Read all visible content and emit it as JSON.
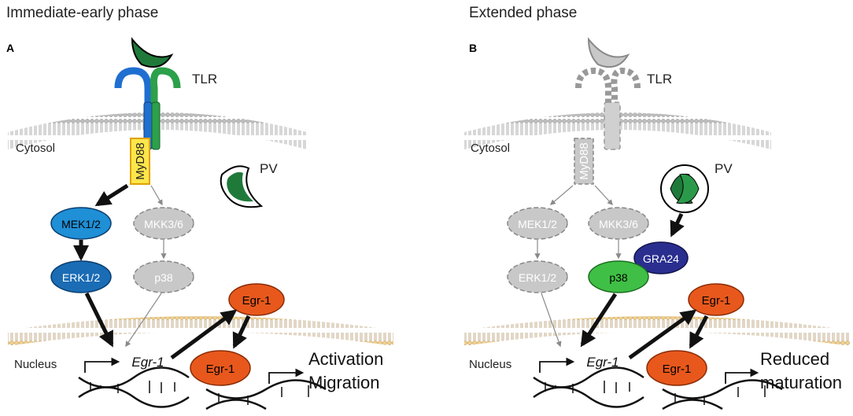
{
  "panel_a": {
    "phase_title": "Immediate-early phase",
    "letter": "A",
    "receptor": "TLR",
    "compartment_cytosol": "Cytosol",
    "compartment_nucleus": "Nucleus",
    "adaptor": "MyD88",
    "vacuole": "PV",
    "kinase_mek": "MEK1/2",
    "kinase_mkk": "MKK3/6",
    "kinase_erk": "ERK1/2",
    "kinase_p38": "p38",
    "gene": "Egr-1",
    "protein_top": "Egr-1",
    "protein_bottom": "Egr-1",
    "outcome_line1": "Activation",
    "outcome_line2": "Migration"
  },
  "panel_b": {
    "phase_title": "Extended phase",
    "letter": "B",
    "receptor": "TLR",
    "compartment_cytosol": "Cytosol",
    "compartment_nucleus": "Nucleus",
    "adaptor": "MyD88",
    "vacuole": "PV",
    "effector": "GRA24",
    "kinase_mek": "MEK1/2",
    "kinase_mkk": "MKK3/6",
    "kinase_erk": "ERK1/2",
    "kinase_p38": "p38",
    "gene": "Egr-1",
    "protein_top": "Egr-1",
    "protein_bottom": "Egr-1",
    "outcome_line1": "Reduced",
    "outcome_line2": "maturation"
  },
  "colors": {
    "mek_active": "#1f8fd6",
    "erk_active": "#1a6cb5",
    "inactive_fill": "#c8c8c8",
    "egr1": "#e8581c",
    "p38_active": "#3fbf45",
    "gra24": "#2a2f8f",
    "myd88_active": "#fde64b",
    "parasite": "#1f7a3a",
    "tlr_blue": "#1f6fd0",
    "tlr_green": "#2ca04a"
  }
}
